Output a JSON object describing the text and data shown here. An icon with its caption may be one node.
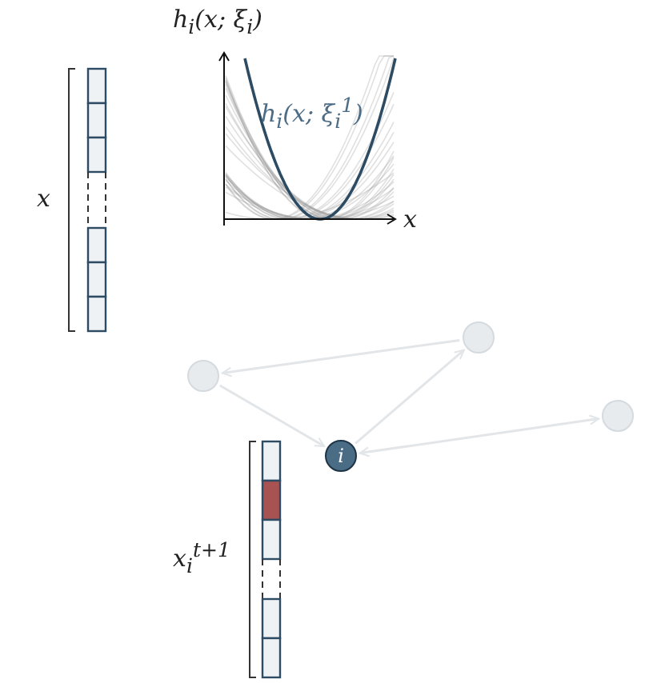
{
  "diagram": {
    "nodes": [
      {
        "text": [],
        "shape": "circle"
      },
      {
        "text": [],
        "shape": "circle"
      },
      {
        "text": [],
        "shape": "circle"
      },
      {
        "text": [
          "i"
        ]
      }
    ],
    "edges": [
      {
        "from": 0,
        "to": 1,
        "arrow": "to"
      },
      {
        "from": 1,
        "to": 3,
        "arrow": "to"
      },
      {
        "from": 3,
        "to": 0,
        "arrow": "to"
      },
      {
        "from": 3,
        "to": 2,
        "arrow": "both"
      }
    ],
    "labels": [
      "h$_{i}$(x; ξ$_{i}$)",
      "h$_{i}$(x; ξ$_{i}$$^{1}$)",
      "x",
      "x",
      "x$_{i}$$^{t+1}$"
    ]
  }
}
